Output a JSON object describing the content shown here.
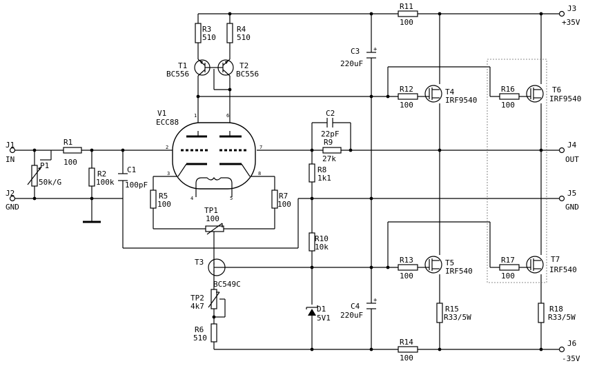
{
  "terminals": [
    {
      "id": "J1",
      "label": "IN"
    },
    {
      "id": "J2",
      "label": "GND"
    },
    {
      "id": "J3",
      "label": "+35V"
    },
    {
      "id": "J4",
      "label": "OUT"
    },
    {
      "id": "J5",
      "label": "GND"
    },
    {
      "id": "J6",
      "label": "-35V"
    }
  ],
  "components": {
    "R1": {
      "ref": "R1",
      "value": "100"
    },
    "R2": {
      "ref": "R2",
      "value": "100k"
    },
    "R3": {
      "ref": "R3",
      "value": "510"
    },
    "R4": {
      "ref": "R4",
      "value": "510"
    },
    "R5": {
      "ref": "R5",
      "value": "100"
    },
    "R6": {
      "ref": "R6",
      "value": "510"
    },
    "R7": {
      "ref": "R7",
      "value": "100"
    },
    "R8": {
      "ref": "R8",
      "value": "1k1"
    },
    "R9": {
      "ref": "R9",
      "value": "27k"
    },
    "R10": {
      "ref": "R10",
      "value": "10k"
    },
    "R11": {
      "ref": "R11",
      "value": "100"
    },
    "R12": {
      "ref": "R12",
      "value": "100"
    },
    "R13": {
      "ref": "R13",
      "value": "100"
    },
    "R14": {
      "ref": "R14",
      "value": "100"
    },
    "R15": {
      "ref": "R15",
      "value": "R33/5W"
    },
    "R16": {
      "ref": "R16",
      "value": "100"
    },
    "R17": {
      "ref": "R17",
      "value": "100"
    },
    "R18": {
      "ref": "R18",
      "value": "R33/5W"
    },
    "C1": {
      "ref": "C1",
      "value": "100pF"
    },
    "C2": {
      "ref": "C2",
      "value": "22pF"
    },
    "C3": {
      "ref": "C3",
      "value": "220uF"
    },
    "C4": {
      "ref": "C4",
      "value": "220uF"
    },
    "P1": {
      "ref": "P1",
      "value": "50k/G"
    },
    "TP1": {
      "ref": "TP1",
      "value": "100"
    },
    "TP2": {
      "ref": "TP2",
      "value": "4k7"
    },
    "D1": {
      "ref": "D1",
      "value": "5V1"
    },
    "T1": {
      "ref": "T1",
      "value": "BC556"
    },
    "T2": {
      "ref": "T2",
      "value": "BC556"
    },
    "T3": {
      "ref": "T3",
      "value": "BC549C"
    },
    "T4": {
      "ref": "T4",
      "value": "IRF9540"
    },
    "T5": {
      "ref": "T5",
      "value": "IRF540"
    },
    "T6": {
      "ref": "T6",
      "value": "IRF9540"
    },
    "T7": {
      "ref": "T7",
      "value": "IRF540"
    },
    "V1": {
      "ref": "V1",
      "value": "ECC88"
    }
  },
  "tube_pins": [
    "1",
    "2",
    "3",
    "4",
    "5",
    "6",
    "7",
    "8"
  ],
  "icons": {
    "terminal": "open-circle-terminal-icon",
    "junction": "filled-dot-junction-icon"
  }
}
